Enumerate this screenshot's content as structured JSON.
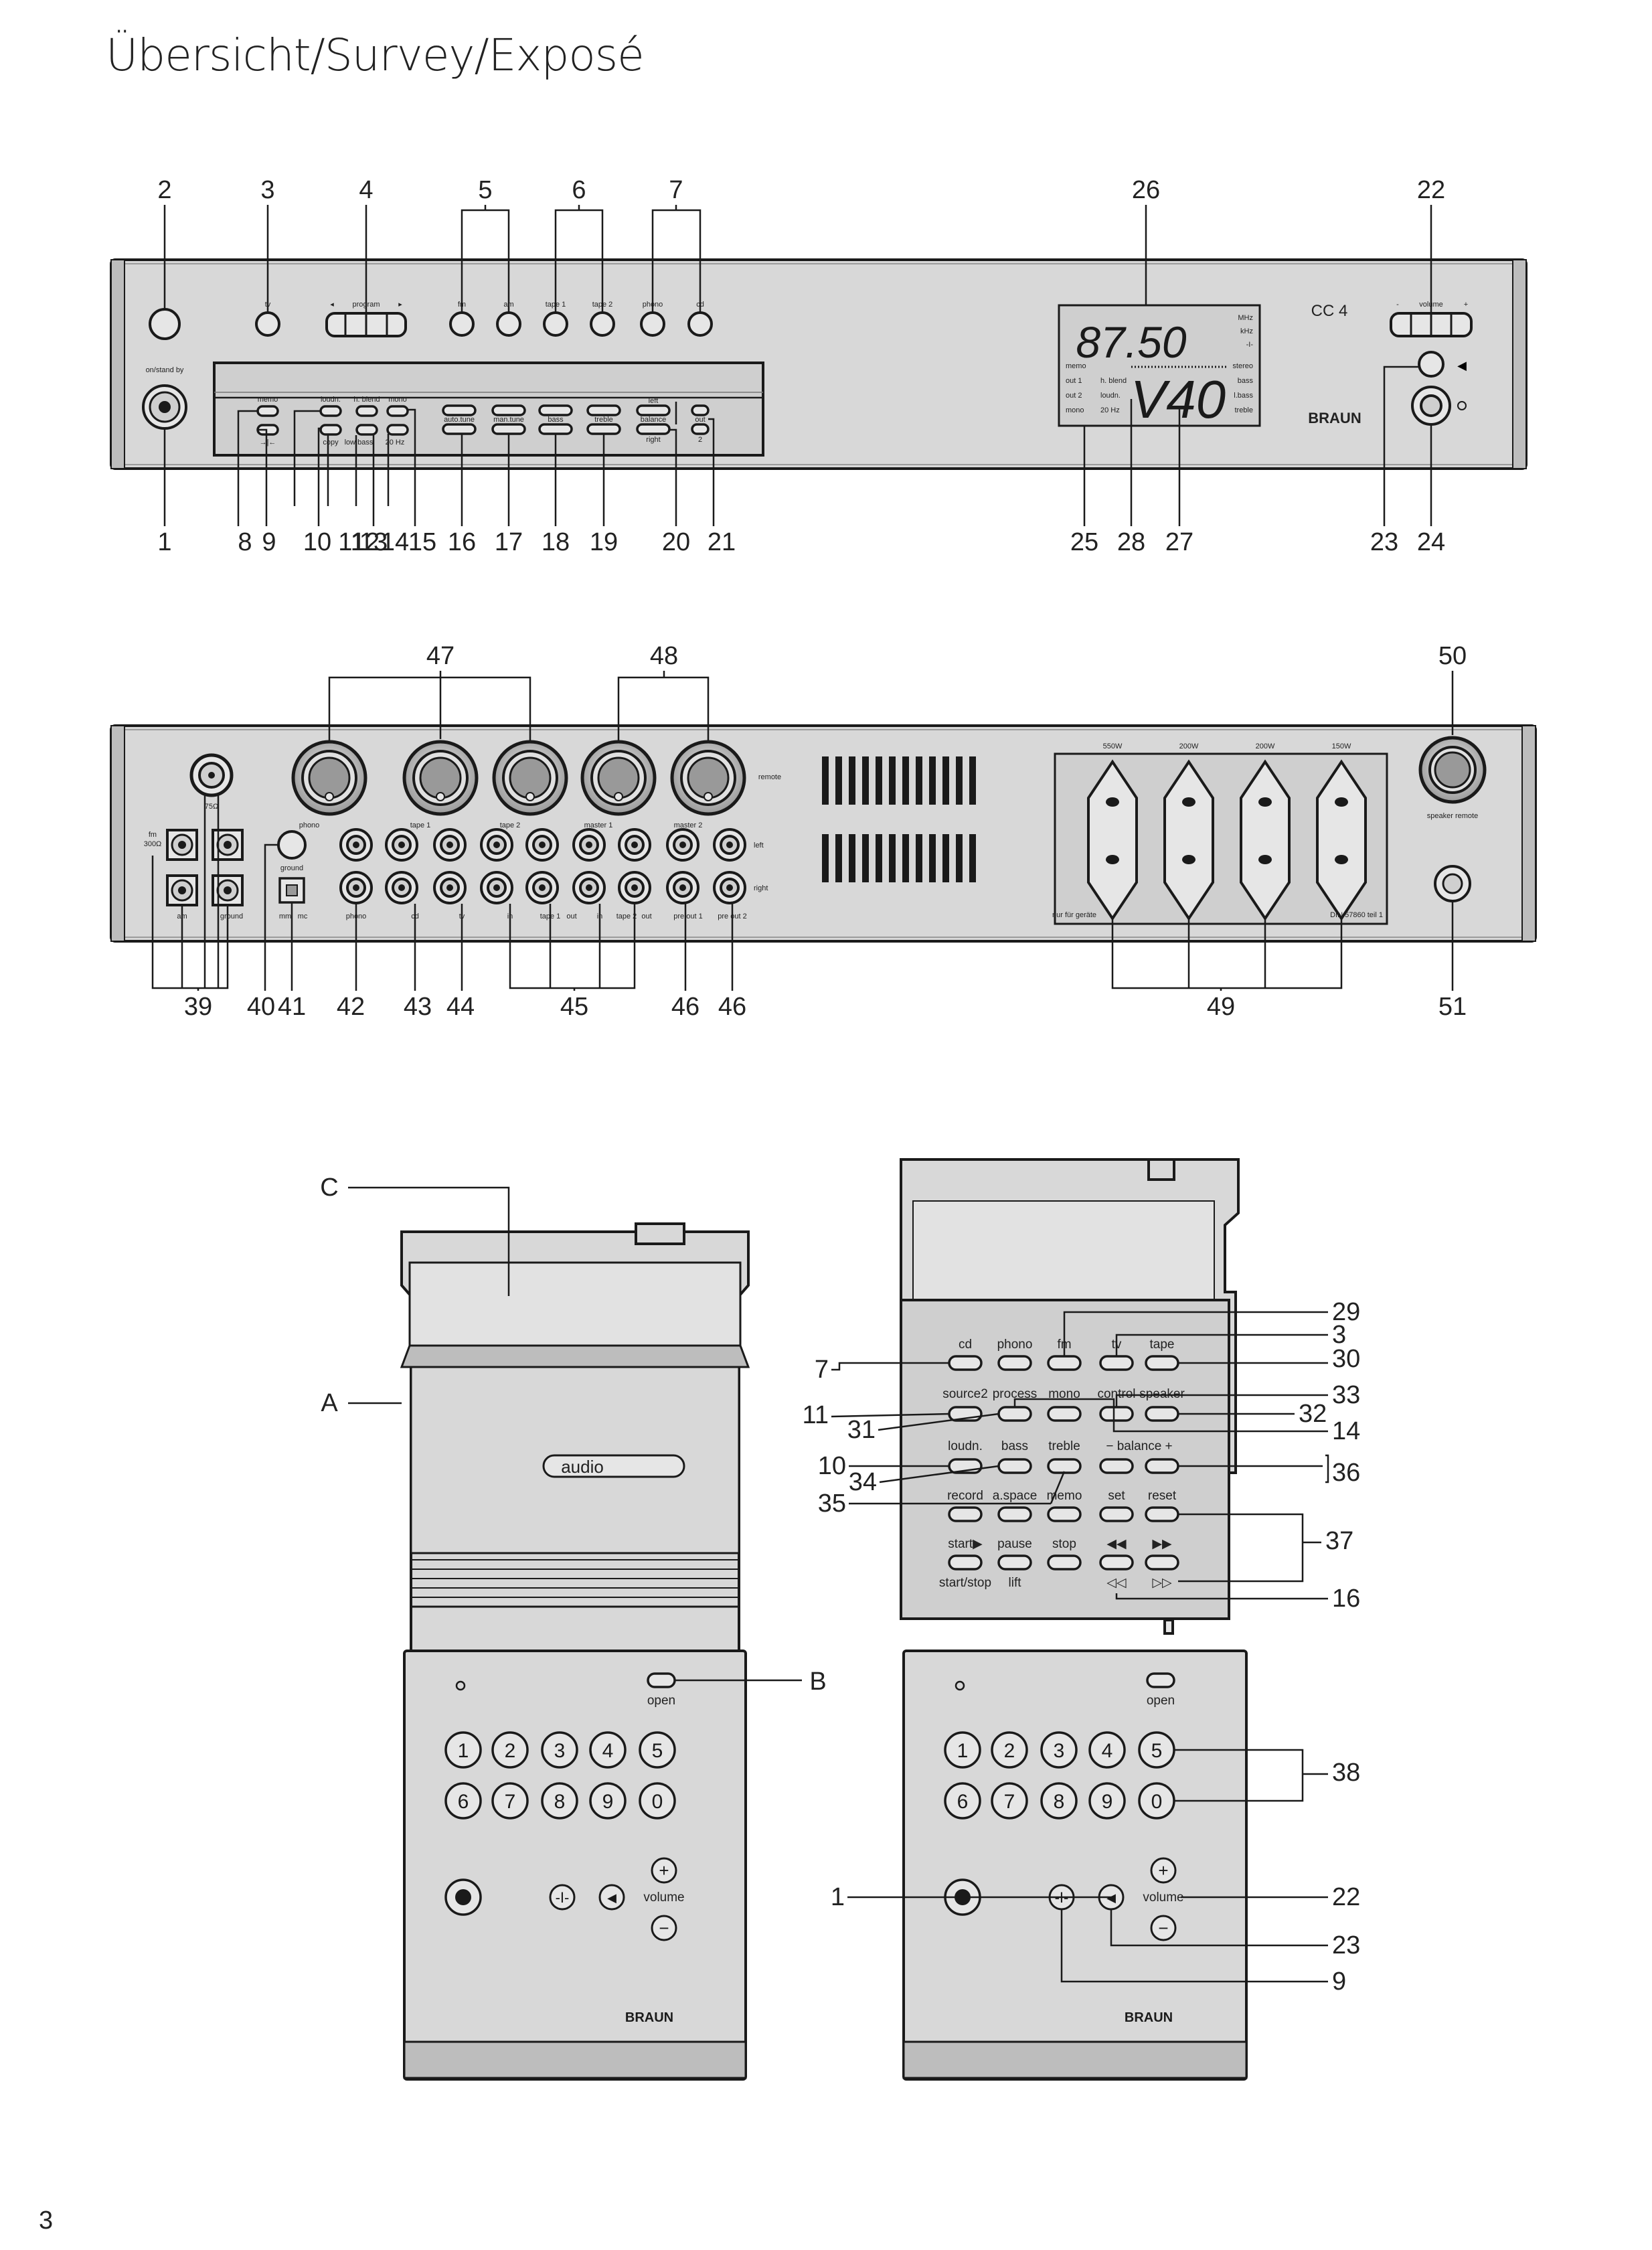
{
  "page": {
    "title": "Übersicht/Survey/Exposé",
    "page_number": "3"
  },
  "colors": {
    "panel": "#d8d8d8",
    "panel_dark": "#bdbdbd",
    "line": "#1a1a1a",
    "display": "#cfcfcf"
  },
  "front": {
    "model": "CC 4",
    "brand": "BRAUN",
    "standby_label": "on/stand by",
    "tv": "tv",
    "program": "program",
    "source_labels": [
      "fm",
      "am",
      "tape 1",
      "tape 2",
      "phono",
      "cd"
    ],
    "volume_label": "volume",
    "vol_minus": "-",
    "vol_plus": "+",
    "mute_icon": "speaker-mute-icon",
    "lower": {
      "memo": "memo",
      "loudn": "loudn.",
      "h_blend": "h. blend",
      "mono": "mono",
      "copy": "copy",
      "low_bass": "low bass",
      "hz20": "20 Hz",
      "auto_tune": "auto.tune",
      "man_tune": "man.tune",
      "bass": "bass",
      "treble": "treble",
      "left": "left",
      "balance": "balance",
      "right": "right",
      "out": "out",
      "out2": "2"
    },
    "display": {
      "frequency": "87.50",
      "volume": "V40",
      "units": [
        "MHz",
        "kHz",
        "-I-"
      ],
      "left": [
        "memo",
        "out 1",
        "out 2",
        "mono"
      ],
      "mid": [
        "h. blend",
        "loudn.",
        "20 Hz"
      ],
      "right": [
        "stereo",
        "bass",
        "l.bass",
        "treble"
      ]
    },
    "callouts_top": [
      "2",
      "3",
      "4",
      "5",
      "6",
      "7",
      "26",
      "22"
    ],
    "callouts_bottom": [
      "1",
      "8",
      "9",
      "10",
      "11",
      "12",
      "13",
      "14",
      "15",
      "16",
      "17",
      "18",
      "19",
      "20",
      "21",
      "25",
      "28",
      "27",
      "23",
      "24"
    ]
  },
  "rear": {
    "labels": {
      "ohm75": "75Ω",
      "fm": "fm",
      "ohm300": "300Ω",
      "am": "am",
      "ground": "ground",
      "ground2": "ground",
      "mm": "mm",
      "mc": "mc",
      "din": [
        "phono",
        "tape 1",
        "tape 2",
        "master 1",
        "master 2",
        "remote"
      ],
      "left": "left",
      "right": "right",
      "rca": [
        "phono",
        "cd",
        "tv",
        "in",
        "tape 1",
        "out",
        "in",
        "tape 2",
        "out",
        "pre out 1",
        "pre out 2"
      ],
      "watts": [
        "550W",
        "200W",
        "200W",
        "150W"
      ],
      "nur": "nur für geräte",
      "din_norm": "DIN 57860 teil 1",
      "speaker_remote": "speaker remote"
    },
    "callouts_top": [
      "47",
      "48",
      "50"
    ],
    "callouts_bottom": [
      "39",
      "40",
      "41",
      "42",
      "43",
      "44",
      "45",
      "46",
      "46",
      "49",
      "51"
    ]
  },
  "remote_closed": {
    "audio": "audio",
    "open": "open",
    "digits": [
      "1",
      "2",
      "3",
      "4",
      "5",
      "6",
      "7",
      "8",
      "9",
      "0"
    ],
    "volume": "volume",
    "plus": "+",
    "minus": "−",
    "brand": "BRAUN",
    "callouts": [
      "C",
      "A",
      "B"
    ]
  },
  "remote_open": {
    "row1": [
      "cd",
      "phono",
      "fm",
      "tv",
      "tape"
    ],
    "row2": [
      "source2",
      "process",
      "mono",
      "control",
      "speaker"
    ],
    "row3": [
      "loudn.",
      "bass",
      "treble",
      "− balance +"
    ],
    "row4": [
      "record",
      "a.space",
      "memo",
      "set",
      "reset"
    ],
    "row5": [
      "start▶",
      "pause",
      "stop",
      "◀◀",
      "▶▶"
    ],
    "row6": [
      "start/stop",
      "lift",
      "◁◁",
      "▷▷"
    ],
    "open": "open",
    "digits": [
      "1",
      "2",
      "3",
      "4",
      "5",
      "6",
      "7",
      "8",
      "9",
      "0"
    ],
    "volume": "volume",
    "plus": "+",
    "minus": "−",
    "brand": "BRAUN",
    "callouts_left": [
      "7",
      "11",
      "31",
      "10",
      "34",
      "35",
      "1"
    ],
    "callouts_right": [
      "29",
      "3",
      "30",
      "33",
      "32",
      "14",
      "36",
      "37",
      "16",
      "38",
      "22",
      "23",
      "9"
    ]
  }
}
